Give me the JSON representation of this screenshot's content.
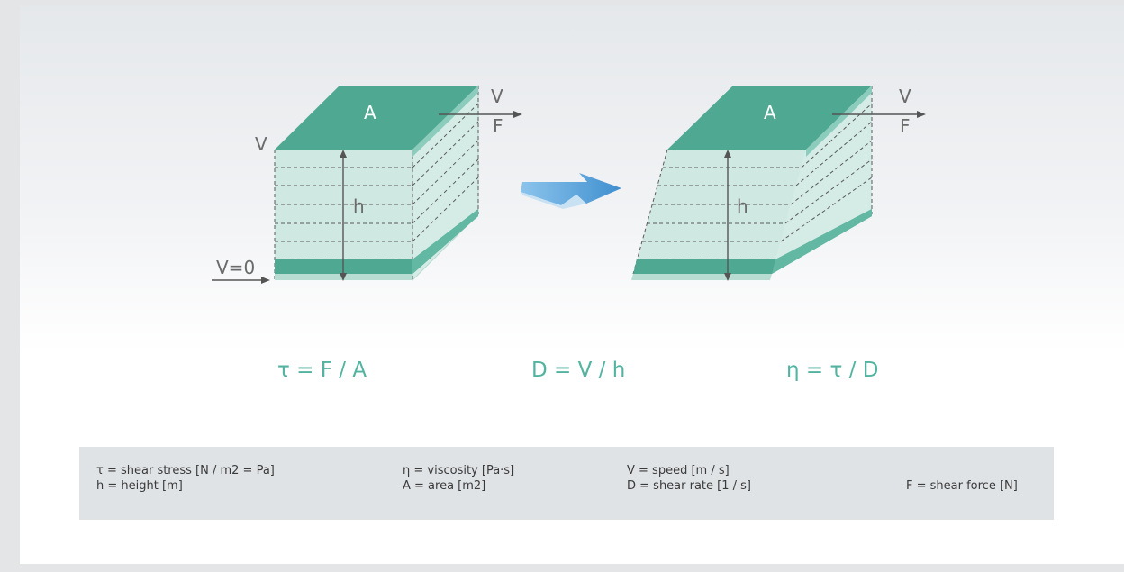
{
  "diagram": {
    "left_block": {
      "area_label": "A",
      "top_speed_label": "V",
      "right_speed_label": "V",
      "force_label": "F",
      "height_label": "h",
      "bottom_speed_label": "V=0"
    },
    "right_block": {
      "area_label": "A",
      "speed_label": "V",
      "force_label": "F",
      "height_label": "h"
    },
    "colors": {
      "plate": "#4fa892",
      "layer_fill": "#d5ebe5",
      "arrow": "#4a92cc",
      "formula": "#52b3a0",
      "legend_bg": "#e0e3e6"
    }
  },
  "formulas": {
    "shear_stress": "τ = F / A",
    "shear_rate": "D = V / h",
    "viscosity": "η = τ / D"
  },
  "legend": {
    "tau": "τ = shear stress [N / m2 = Pa]",
    "eta": "η = viscosity [Pa·s]",
    "speed": "V = speed [m / s]",
    "height": "h = height [m]",
    "area": "A = area [m2]",
    "shear_rate": "D = shear rate [1 / s]",
    "force": "F = shear force [N]"
  }
}
